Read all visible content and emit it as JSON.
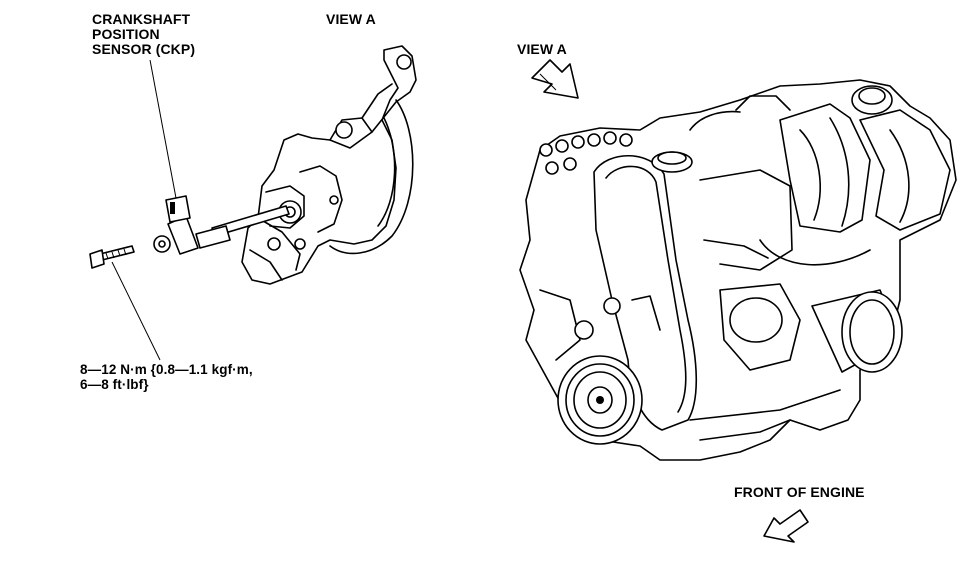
{
  "labels": {
    "ckp_sensor": "CRANKSHAFT\nPOSITION\nSENSOR (CKP)",
    "view_a_detail": "VIEW A",
    "view_a_engine": "VIEW A",
    "torque_spec": "8—12 N·m {0.8—1.1 kgf·m,\n6—8 ft·lbf}",
    "front_of_engine": "FRONT OF ENGINE"
  }
}
